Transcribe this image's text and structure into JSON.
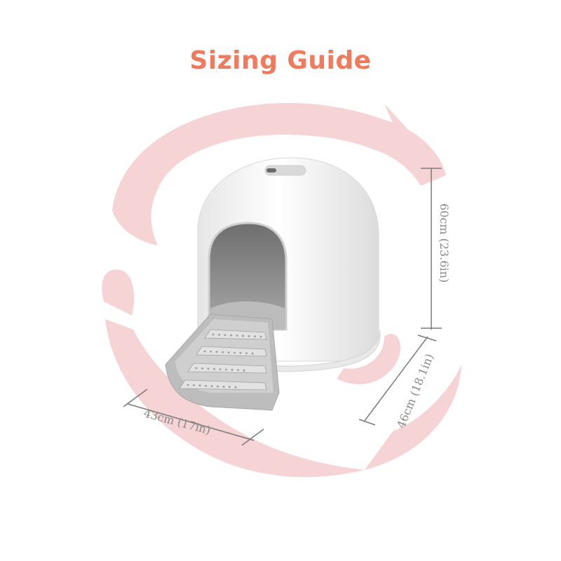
{
  "title": "Sizing Guide",
  "dimensions": {
    "height_label": "60cm (23.6in)",
    "depth_label": "46cm (18.1in)",
    "width_label": "43cm (17in)"
  },
  "colors": {
    "title": "#f07a5c",
    "background_shape": "#f6d3d5",
    "product_body": "#f4f4f4",
    "product_tray": "#bdbdbd",
    "dimension_line": "#7a7a7a"
  },
  "icons": {
    "background": "cat-silhouette-icon",
    "product": "dome-litter-box"
  }
}
